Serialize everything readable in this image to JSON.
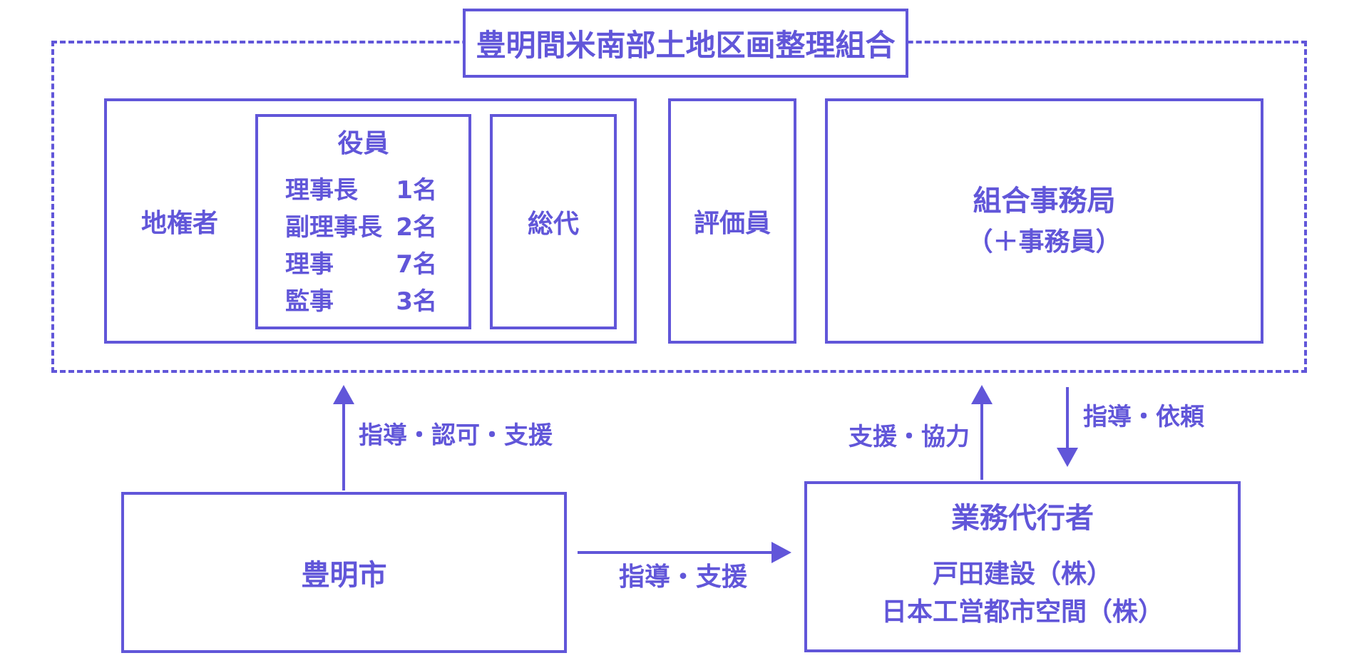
{
  "diagram": {
    "title": "豊明間米南部土地区画整理組合",
    "union_group": {
      "landowners_label": "地権者",
      "officers": {
        "heading": "役員",
        "rows": [
          {
            "role": "理事長",
            "count": "1名"
          },
          {
            "role": "副理事長",
            "count": "2名"
          },
          {
            "role": "理事",
            "count": "7名"
          },
          {
            "role": "監事",
            "count": "3名"
          }
        ]
      },
      "representatives_label": "総代",
      "appraisers_label": "評価員",
      "secretariat": {
        "line1": "組合事務局",
        "line2": "（＋事務員）"
      }
    },
    "city_label": "豊明市",
    "agent": {
      "title": "業務代行者",
      "companies": [
        "戸田建設（株）",
        "日本工営都市空間（株）"
      ]
    },
    "arrow_labels": {
      "city_to_union": "指導・認可・支援",
      "city_to_agent": "指導・支援",
      "agent_to_union": "支援・協力",
      "union_to_agent": "指導・依頼"
    },
    "colors": {
      "accent": "#6156D9",
      "background": "#FFFFFF"
    }
  }
}
